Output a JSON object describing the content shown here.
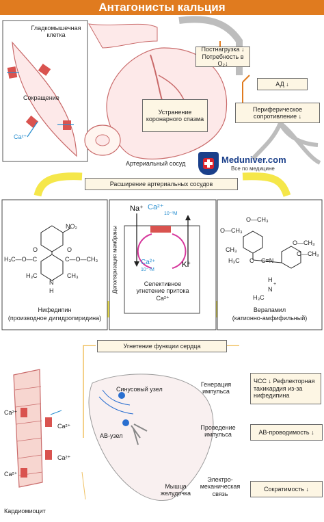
{
  "title": "Антагонисты кальция",
  "smooth_muscle": {
    "cell_label": "Гладкомышечная клетка",
    "contraction": "Сокращение",
    "ca_label": "Ca²⁺"
  },
  "heart_top": {
    "spasm_box": "Устранение коронарного спазма",
    "vessel_label": "Артериальный сосуд",
    "afterload_box": "Постнагрузка ↓ Потребность в O₂↓",
    "bp_box": "АД ↓",
    "resistance_box": "Периферическое сопротивление ↓"
  },
  "logo": {
    "name": "Meduniver.com",
    "tagline": "Все по медицине"
  },
  "dilation_box": "Расширение артериальных сосудов",
  "membrane": {
    "na": "Na⁺",
    "ca_out": "Ca²⁺",
    "ca_out_conc": "10⁻³М",
    "ca_in": "Ca²⁺",
    "ca_in_conc": "10⁻⁷М",
    "k": "K⁺",
    "depolarization": "Деполяризация мембраны",
    "selective": "Селективное угнетение притока Ca²⁺"
  },
  "nifedipine": {
    "name": "Нифедипин",
    "class": "(производное дигидропиридина)",
    "atoms": {
      "no2": "NO₂",
      "ester_left": "H₃C—O—C",
      "ester_right": "C—O—CH₃",
      "o_left": "O",
      "o_right": "O",
      "ch3_left": "H₃C",
      "ch3_right": "CH₃",
      "nh": "N",
      "h": "H"
    }
  },
  "verapamil": {
    "name": "Верапамил",
    "class": "(катионно-амфифильный)",
    "atoms": {
      "och3_a": "O—CH₃",
      "och3_b": "O—CH₃",
      "och3_c": "O—CH₃",
      "och3_d": "O—CH₃",
      "ch3_top": "CH₃",
      "ch3_side": "H₃C",
      "ch3_n": "H₃C",
      "cn": "C≡N",
      "c": "C",
      "n_plus": "N",
      "plus": "+",
      "h": "H"
    }
  },
  "cardiac_box": "Угнетение функции сердца",
  "heart_bottom": {
    "sa_node": "Синусовый узел",
    "av_node": "АВ-узел",
    "muscle": "Мышца желудочка",
    "cardiomyocyte": "Кардиомиоцит",
    "ca_label": "Ca²⁺",
    "generation": "Генерация импульса",
    "conduction": "Проведение импульса",
    "coupling": "Электро-механическая связь",
    "hr_box": "ЧСС ↓ Рефлекторная тахикардия из-за нифедипина",
    "av_box": "АВ-проводимость ↓",
    "contractility_box": "Сократимость ↓"
  },
  "colors": {
    "title_bg": "#e07b1f",
    "arrow_yellow": "#f5e74a",
    "ca_blue": "#2a8fd0",
    "channel_red": "#d9534f",
    "box_fill": "#fdf6e4"
  }
}
